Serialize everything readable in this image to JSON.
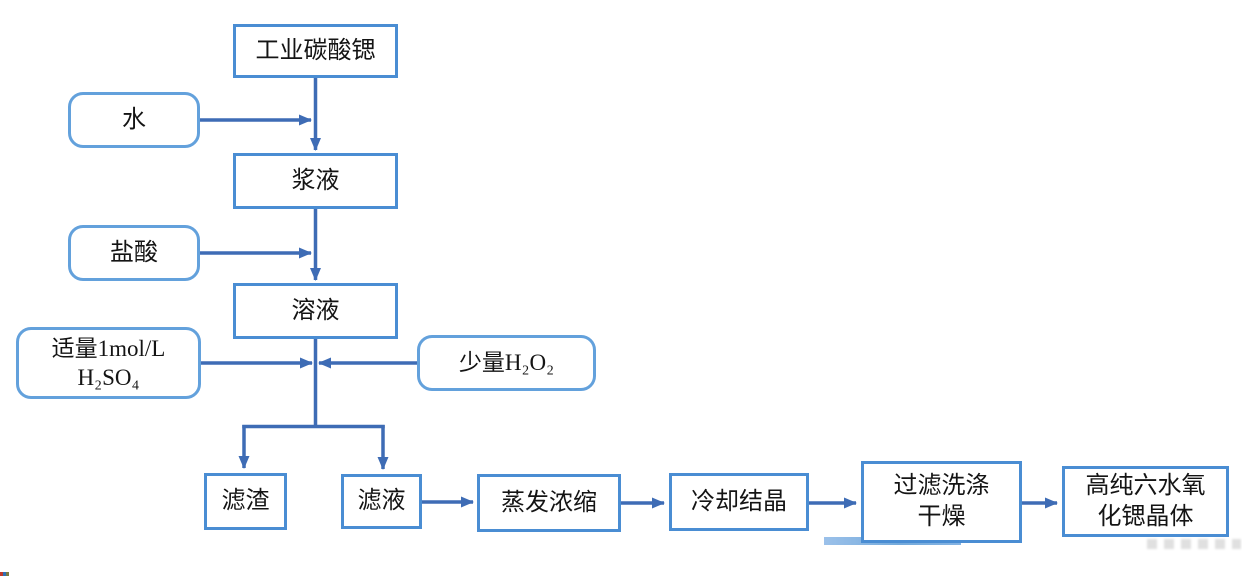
{
  "colors": {
    "process_box_border": "#4a8dd3",
    "reagent_box_border": "#63a1dc",
    "arrow": "#3e6cb5"
  },
  "diagram": {
    "type": "flowchart",
    "boxes": {
      "industrial_strontium_carbonate": {
        "label": "工业碳酸锶"
      },
      "water": {
        "label": "水"
      },
      "slurry": {
        "label": "浆液"
      },
      "hydrochloric_acid": {
        "label": "盐酸"
      },
      "solution": {
        "label": "溶液"
      },
      "sulfuric_acid": {
        "label": "适量1mol/L\nH₂SO₄"
      },
      "hydrogen_peroxide": {
        "label": "少量H₂O₂"
      },
      "filter_residue": {
        "label": "滤渣"
      },
      "filtrate": {
        "label": "滤液"
      },
      "evaporate_concentrate": {
        "label": "蒸发浓缩"
      },
      "cool_crystallize": {
        "label": "冷却结晶"
      },
      "filter_wash_dry": {
        "label": "过滤洗涤\n干燥"
      },
      "product": {
        "label": "高纯六水氧\n化锶晶体"
      }
    }
  }
}
